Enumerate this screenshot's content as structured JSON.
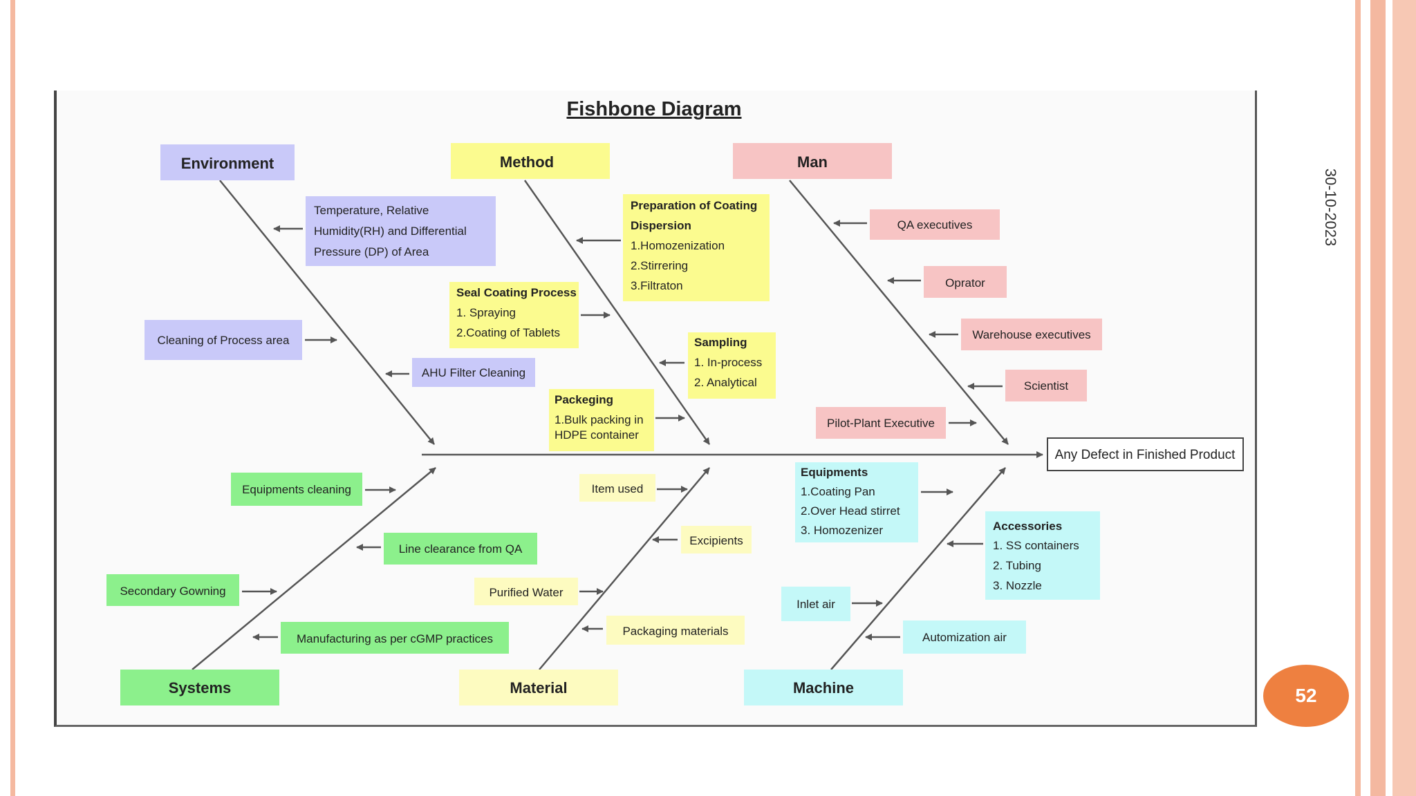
{
  "slide": {
    "date": "30-10-2023",
    "page_number": "52"
  },
  "diagram": {
    "title": "Fishbone Diagram",
    "effect": "Any Defect in Finished Product",
    "categories": {
      "environment": {
        "label": "Environment",
        "color": "#c9c9f9",
        "causes": [
          [
            "Temperature, Relative",
            "Humidity(RH) and Differential",
            "Pressure (DP) of Area"
          ],
          [
            "Cleaning of Process area"
          ],
          [
            "AHU Filter Cleaning"
          ]
        ]
      },
      "method": {
        "label": "Method",
        "color": "#fbfb8f",
        "causes": [
          [
            "Preparation of Coating",
            "Dispersion",
            "1.Homozenization",
            "2.Stirrering",
            "3.Filtraton"
          ],
          [
            "Seal Coating Process",
            "1. Spraying",
            "2.Coating of Tablets"
          ],
          [
            "Sampling",
            "1. In-process",
            "2. Analytical"
          ],
          [
            "Packeging",
            "1.Bulk packing in",
            "HDPE container"
          ]
        ]
      },
      "man": {
        "label": "Man",
        "color": "#f7c4c4",
        "causes": [
          [
            "QA executives"
          ],
          [
            "Oprator"
          ],
          [
            "Warehouse executives"
          ],
          [
            "Scientist"
          ],
          [
            "Pilot-Plant Executive"
          ]
        ]
      },
      "systems": {
        "label": "Systems",
        "color": "#8cf08c",
        "causes": [
          [
            "Equipments cleaning"
          ],
          [
            "Line clearance from QA"
          ],
          [
            "Secondary Gowning"
          ],
          [
            "Manufacturing as per cGMP practices"
          ]
        ]
      },
      "material": {
        "label": "Material",
        "color": "#fdfbc0",
        "causes": [
          [
            "Item used"
          ],
          [
            "Excipients"
          ],
          [
            "Purified Water"
          ],
          [
            "Packaging materials"
          ]
        ]
      },
      "machine": {
        "label": "Machine",
        "color": "#c4f8f8",
        "causes": [
          [
            "Equipments",
            "1.Coating Pan",
            "2.Over Head stirret",
            "3. Homozenizer"
          ],
          [
            "Accessories",
            "1. SS containers",
            "2. Tubing",
            "3. Nozzle"
          ],
          [
            "Inlet air"
          ],
          [
            "Automization air"
          ]
        ]
      }
    }
  }
}
